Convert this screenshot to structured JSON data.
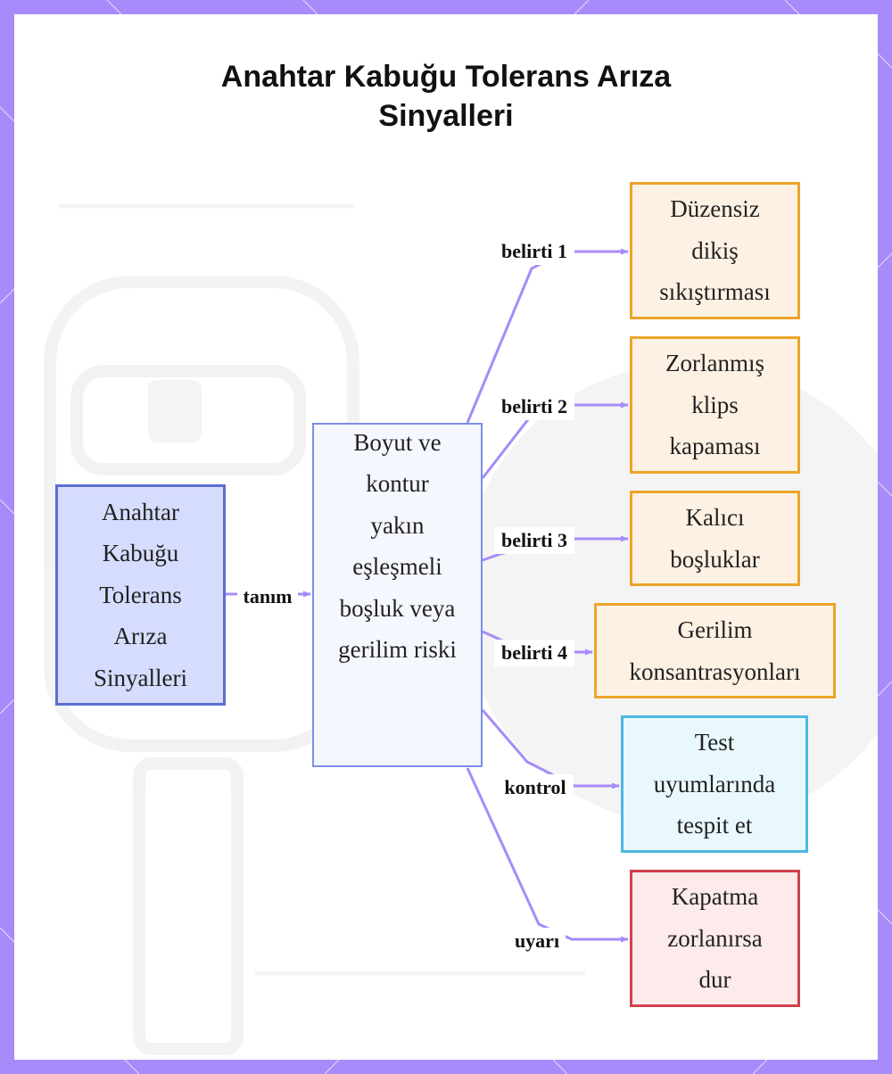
{
  "title_lines": [
    "Anahtar Kabuğu Tolerans Arıza",
    "Sinyalleri"
  ],
  "colors": {
    "frame": "#a78bfa",
    "edge": "#a78bfa",
    "root_fill": "#d6dcfd",
    "root_border": "#5b6ed1",
    "center_fill": "#f5f7ff",
    "center_border": "#7b8fe6",
    "symptom_fill": "#fdf1e3",
    "symptom_border": "#eba529",
    "check_fill": "#e9f8fd",
    "check_border": "#4cb8e2",
    "warning_fill": "#fdeaea",
    "warning_border": "#d0404e"
  },
  "nodes": {
    "root": {
      "lines": [
        "Anahtar",
        "Kabuğu",
        "Tolerans",
        "Arıza",
        "Sinyalleri"
      ]
    },
    "center": {
      "lines": [
        "Boyut ve",
        "kontur",
        "yakın",
        "eşleşmeli",
        "boşluk veya",
        "gerilim riski"
      ]
    },
    "symptom1": {
      "lines": [
        "Düzensiz",
        "dikiş",
        "sıkıştırması"
      ]
    },
    "symptom2": {
      "lines": [
        "Zorlanmış",
        "klips",
        "kapaması"
      ]
    },
    "symptom3": {
      "lines": [
        "Kalıcı",
        "boşluklar"
      ]
    },
    "symptom4": {
      "lines": [
        "Gerilim",
        "konsantrasyonları"
      ]
    },
    "check": {
      "lines": [
        "Test",
        "uyumlarında",
        "tespit et"
      ]
    },
    "warning": {
      "lines": [
        "Kapatma",
        "zorlanırsa",
        "dur"
      ]
    }
  },
  "edge_labels": {
    "definition": "tanım",
    "symptom1": "belirti 1",
    "symptom2": "belirti 2",
    "symptom3": "belirti 3",
    "symptom4": "belirti 4",
    "check": "kontrol",
    "warning": "uyarı"
  }
}
